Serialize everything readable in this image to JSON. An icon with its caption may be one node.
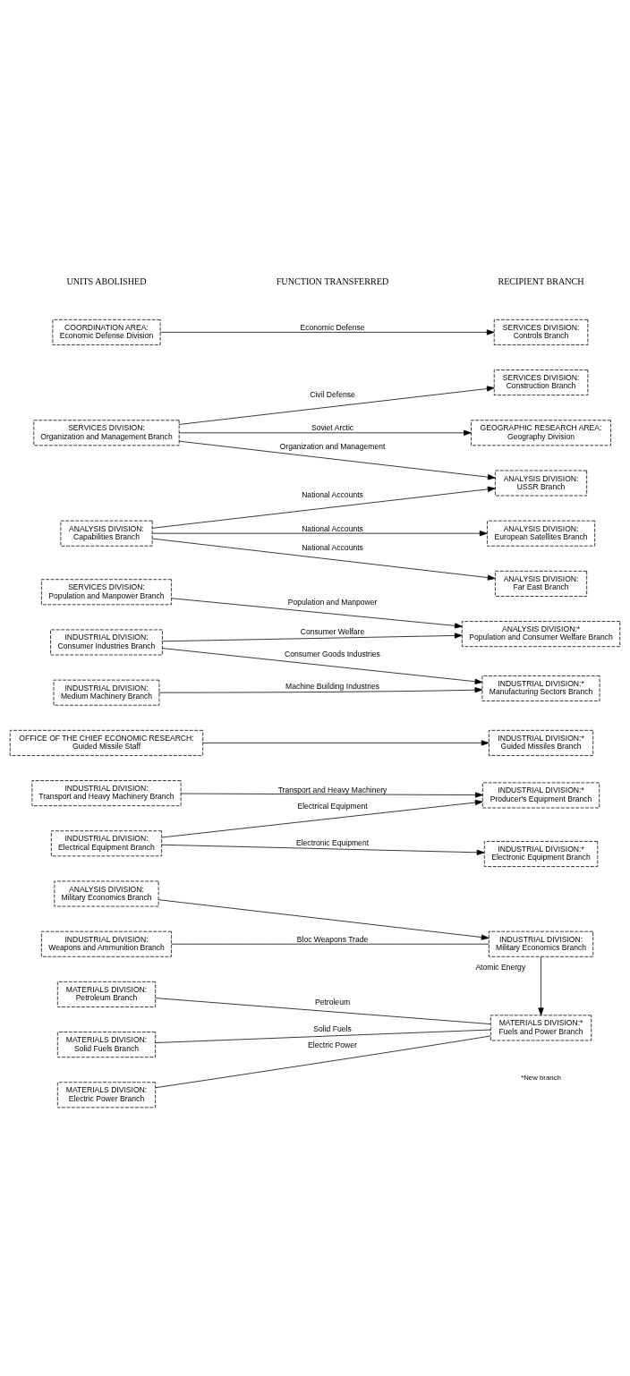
{
  "diagram": {
    "nodes": [
      {
        "text": [
          "COORDINATION AREA:",
          "Economic Defense Division"
        ]
      },
      {
        "text": [
          "SERVICES DIVISION:",
          "Controls Branch"
        ]
      },
      {
        "text": [
          "SERVICES DIVISION:",
          "Organization and Management Branch"
        ]
      },
      {
        "text": [
          "SERVICES DIVISION:",
          "Construction Branch"
        ]
      },
      {
        "text": [
          "GEOGRAPHIC RESEARCH AREA:",
          "Geography Division"
        ]
      },
      {
        "text": [
          "ANALYSIS DIVISION:",
          "USSR Branch"
        ]
      },
      {
        "text": [
          "ANALYSIS DIVISION:",
          "Capabilities Branch"
        ]
      },
      {
        "text": [
          "ANALYSIS DIVISION:",
          "European Satellites Branch"
        ]
      },
      {
        "text": [
          "ANALYSIS DIVISION:",
          "Far East Branch"
        ]
      },
      {
        "text": [
          "SERVICES DIVISION:",
          "Population and Manpower Branch"
        ]
      },
      {
        "text": [
          "ANALYSIS DIVISION:*",
          "Population and Consumer Welfare Branch"
        ]
      },
      {
        "text": [
          "INDUSTRIAL DIVISION:",
          "Consumer Industries Branch"
        ]
      },
      {
        "text": [
          "INDUSTRIAL DIVISION:*",
          "Manufacturing Sectors Branch"
        ]
      },
      {
        "text": [
          "INDUSTRIAL DIVISION:",
          "Medium Machinery Branch"
        ]
      },
      {
        "text": [
          "OFFICE OF THE CHIEF ECONOMIC RESEARCH:",
          "Guided Missile Staff"
        ]
      },
      {
        "text": [
          "INDUSTRIAL DIVISION:*",
          "Guided Missiles Branch"
        ]
      },
      {
        "text": [
          "INDUSTRIAL DIVISION:",
          "Transport and Heavy Machinery Branch"
        ]
      },
      {
        "text": [
          "INDUSTRIAL DIVISION:*",
          "Producer's Equipment Branch"
        ]
      },
      {
        "text": [
          "INDUSTRIAL DIVISION:",
          "Electrical Equipment Branch"
        ]
      },
      {
        "text": [
          "INDUSTRIAL DIVISION:*",
          "Electronic Equipment Branch"
        ]
      },
      {
        "text": [
          "ANALYSIS DIVISION:",
          "Military Economics Branch"
        ]
      },
      {
        "text": [
          "INDUSTRIAL DIVISION:",
          "Military Economics Branch"
        ]
      },
      {
        "text": [
          "INDUSTRIAL DIVISION:",
          "Weapons and Ammunition Branch"
        ]
      },
      {
        "text": [
          "MATERIALS DIVISION:",
          "Petroleum Branch"
        ]
      },
      {
        "text": [
          "MATERIALS DIVISION:",
          "Solid Fuels Branch"
        ]
      },
      {
        "text": [
          "MATERIALS DIVISION:*",
          "Fuels and Power Branch"
        ]
      },
      {
        "text": [
          "MATERIALS DIVISION:",
          "Electric Power Branch"
        ]
      }
    ],
    "edges": [
      {
        "from": 0,
        "to": 1,
        "arrow": "to",
        "label": "Economic Defense"
      },
      {
        "from": 2,
        "to": 3,
        "arrow": "to",
        "label": "Civil Defense"
      },
      {
        "from": 2,
        "to": 4,
        "arrow": "to",
        "label": "Soviet Arctic"
      },
      {
        "from": 2,
        "to": 5,
        "arrow": "to",
        "label": "Organization and Management"
      },
      {
        "from": 6,
        "to": 5,
        "arrow": "to",
        "label": "National Accounts"
      },
      {
        "from": 6,
        "to": 7,
        "arrow": "to",
        "label": "National Accounts"
      },
      {
        "from": 6,
        "to": 8,
        "arrow": "to",
        "label": "National Accounts"
      },
      {
        "from": 9,
        "to": 10,
        "arrow": "to",
        "label": "Population and Manpower"
      },
      {
        "from": 11,
        "to": 10,
        "arrow": "to",
        "label": "Consumer Welfare"
      },
      {
        "from": 11,
        "to": 12,
        "arrow": "to",
        "label": "Consumer Goods Industries"
      },
      {
        "from": 13,
        "to": 12,
        "arrow": "to",
        "label": "Machine Building Industries"
      },
      {
        "from": 14,
        "to": 15,
        "arrow": "to"
      },
      {
        "from": 16,
        "to": 17,
        "arrow": "to",
        "label": "Transport and Heavy Machinery"
      },
      {
        "from": 18,
        "to": 17,
        "arrow": "to",
        "label": "Electrical Equipment"
      },
      {
        "from": 18,
        "to": 19,
        "arrow": "to",
        "label": "Electronic Equipment"
      },
      {
        "from": 20,
        "to": 21,
        "arrow": "to"
      },
      {
        "from": 22,
        "to": 21,
        "arrow": "none",
        "label": "Bloc Weapons Trade"
      },
      {
        "from": 21,
        "to": 25,
        "arrow": "to",
        "label": "Atomic Energy"
      },
      {
        "from": 23,
        "to": 25,
        "arrow": "none",
        "label": "Petroleum"
      },
      {
        "from": 24,
        "to": 25,
        "arrow": "none",
        "label": "Solid Fuels"
      },
      {
        "from": 26,
        "to": 25,
        "arrow": "none",
        "label": "Electric Power"
      }
    ],
    "labels": [
      "UNITS ABOLISHED",
      "FUNCTION TRANSFERRED",
      "RECIPIENT BRANCH",
      "*New branch"
    ]
  }
}
